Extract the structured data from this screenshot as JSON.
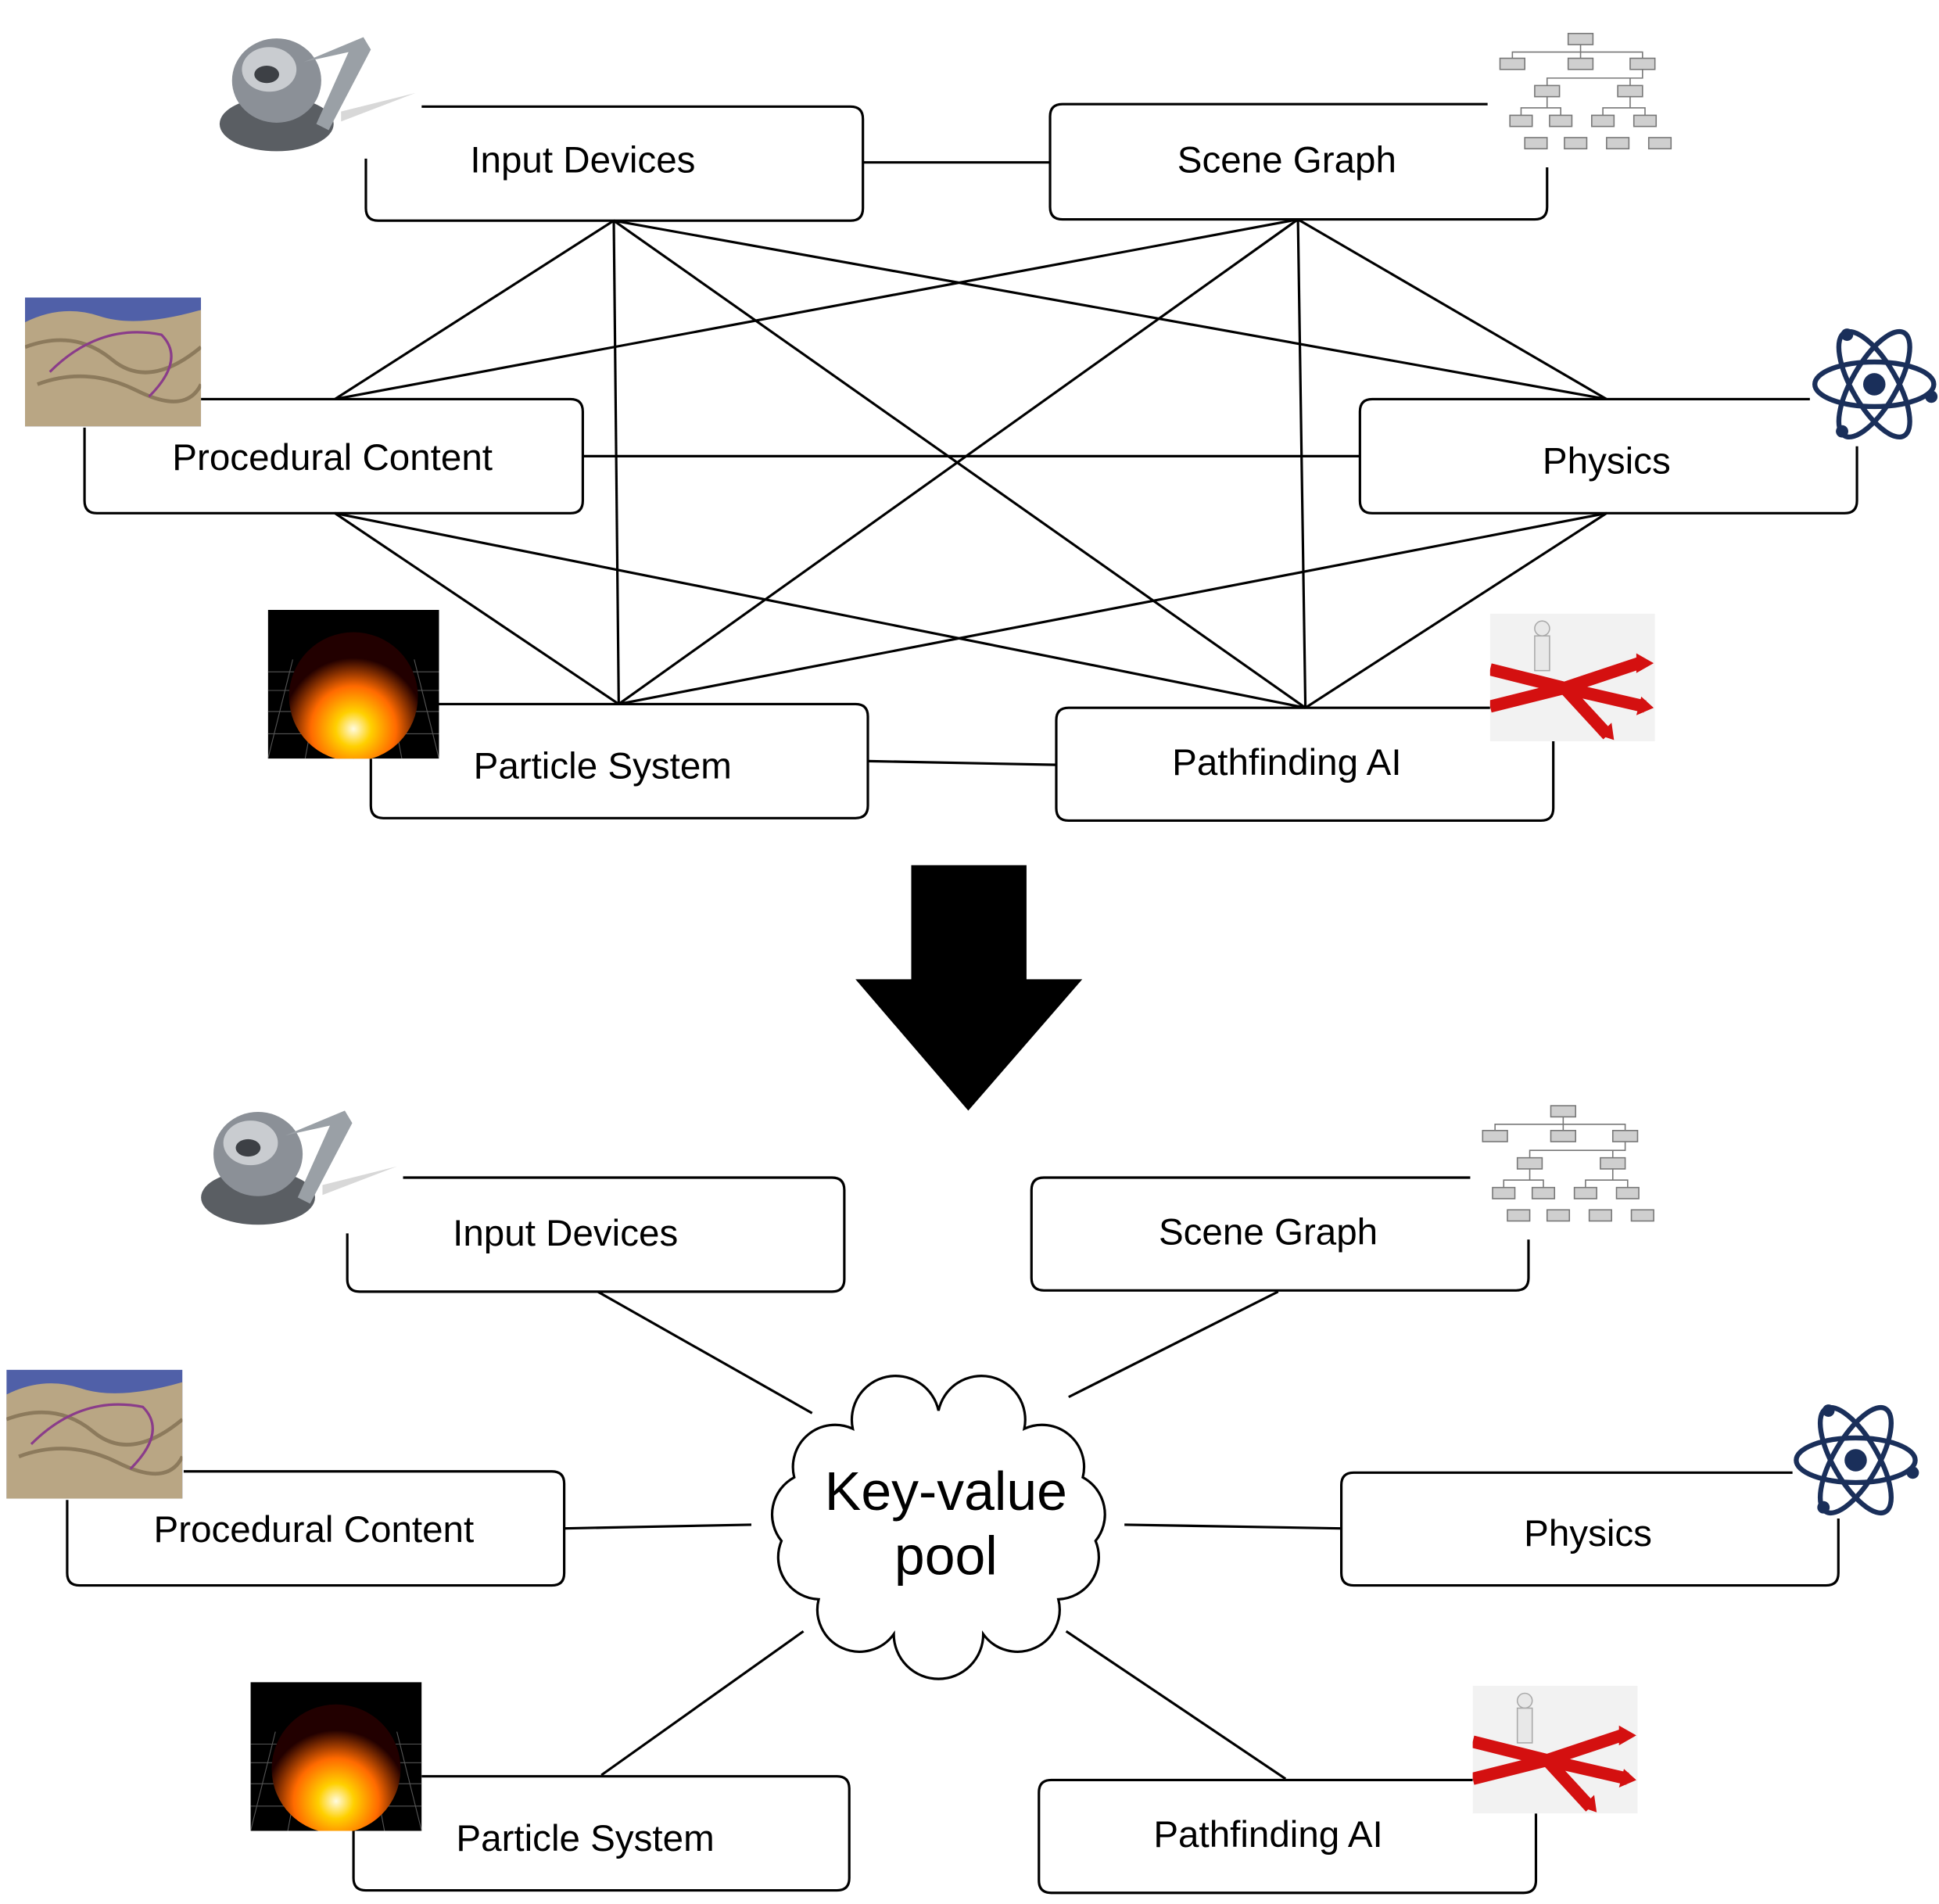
{
  "top_diagram": {
    "nodes": {
      "input_devices": "Input Devices",
      "scene_graph": "Scene Graph",
      "procedural_content": "Procedural Content",
      "physics": "Physics",
      "particle_system": "Particle System",
      "pathfinding_ai": "Pathfinding AI"
    }
  },
  "bottom_diagram": {
    "nodes": {
      "input_devices": "Input Devices",
      "scene_graph": "Scene Graph",
      "procedural_content": "Procedural Content",
      "physics": "Physics",
      "particle_system": "Particle System",
      "pathfinding_ai": "Pathfinding AI"
    },
    "hub": {
      "line1": "Key-value",
      "line2": "pool"
    }
  },
  "icons": [
    "haptic-device-icon",
    "scene-graph-tree-icon",
    "terrain-icon",
    "atom-icon",
    "fire-particles-icon",
    "pathfinding-arrows-icon"
  ],
  "colors": {
    "atom": "#1a2f5a",
    "arrows": "#d41010",
    "fire": "#ff8a00",
    "terrain": "#b9a684"
  }
}
